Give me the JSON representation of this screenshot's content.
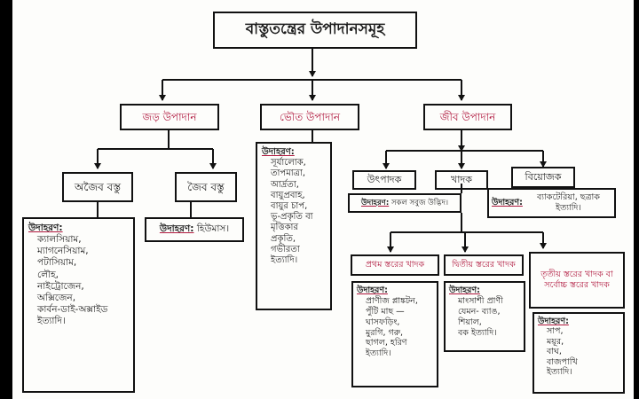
{
  "diagram": {
    "title": "বাস্তুতন্ত্রের উপাদানসমূহ",
    "abiotic": {
      "label": "জড় উপাদান",
      "inorganic": {
        "label": "অজৈব বস্তু",
        "example_label": "উদাহরণ:",
        "examples": [
          "ক্যালসিয়াম,",
          "ম্যাগনেসিয়াম,",
          "পটাসিয়াম,",
          "লৌহ,",
          "নাইট্রোজেন,",
          "অক্সিজেন,",
          "কার্বন-ডাই-অক্সাইড",
          "ইত্যাদি।"
        ]
      },
      "organic": {
        "label": "জৈব বস্তু",
        "example_label": "উদাহরণ:",
        "example_text": "হিউমাস।"
      }
    },
    "physical": {
      "label": "ভৌত উপাদান",
      "example_label": "উদাহরণ:",
      "examples": [
        "সূর্যালোক,",
        "তাপমাত্রা,",
        "আর্দ্রতা,",
        "বায়ুপ্রবাহ,",
        "বায়ুর চাপ,",
        "ভূ-প্রকৃতি বা",
        "মৃত্তিকার প্রকৃতি,",
        "গভীরতা",
        "ইত্যাদি।"
      ]
    },
    "biotic": {
      "label": "জীব উপাদান",
      "producer": {
        "label": "উৎপাদক",
        "example_label": "উদাহরণ:",
        "example_text": "সকল সবুজ উদ্ভিদ।"
      },
      "consumer": {
        "label": "খাদক",
        "primary": {
          "label": "প্রথম স্তরের খাদক",
          "example_label": "উদাহরণ:",
          "examples": [
            "প্রাণীজ প্লাঙ্কটন,",
            "পুঁটি মাছ —",
            "ঘাসফড়িং,",
            "মুরগি, গরু,",
            "ছাগল, হরিণ",
            "ইত্যাদি।"
          ]
        },
        "secondary": {
          "label": "দ্বিতীয় স্তরের খাদক",
          "example_label": "উদাহরণ:",
          "examples": [
            "মাংসাশী প্রাণী",
            "যেমন- ব্যাঙ,",
            "শিয়াল,",
            "বক ইত্যাদি।"
          ]
        },
        "tertiary": {
          "label": "তৃতীয় স্তরের খাদক বা সর্বোচ্চ স্তরের খাদক",
          "example_label": "উদাহরণ:",
          "examples": [
            "সাপ,",
            "ময়ূর,",
            "বাঘ,",
            "বাজপাখি",
            "ইত্যাদি।"
          ]
        }
      },
      "decomposer": {
        "label": "বিয়োজক",
        "example_label": "উদাহরণ:",
        "example_text": "ব্যাকটেরিয়া, ছত্রাক ইত্যাদি।"
      }
    }
  }
}
